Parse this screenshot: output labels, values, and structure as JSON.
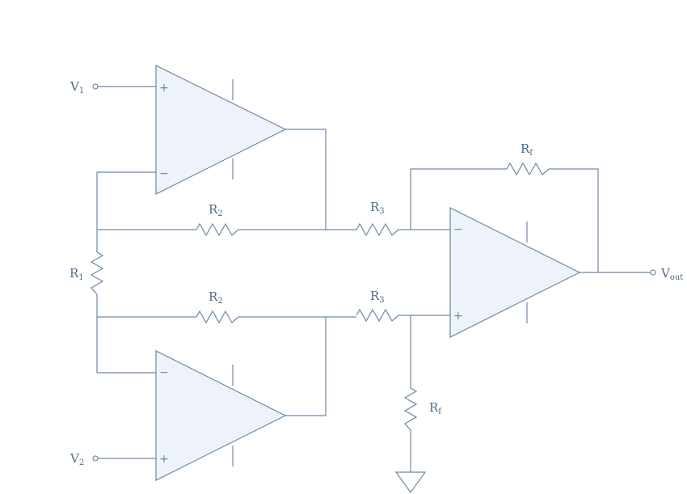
{
  "diagram": {
    "labels": {
      "v1": {
        "base": "V",
        "sub": "1"
      },
      "v2": {
        "base": "V",
        "sub": "2"
      },
      "vout": {
        "base": "V",
        "sub": "out"
      },
      "r1": {
        "base": "R",
        "sub": "1"
      },
      "r2_top": {
        "base": "R",
        "sub": "2"
      },
      "r2_bottom": {
        "base": "R",
        "sub": "2"
      },
      "r3_top": {
        "base": "R",
        "sub": "3"
      },
      "r3_bottom": {
        "base": "R",
        "sub": "3"
      },
      "rf_top": {
        "base": "R",
        "sub": "f"
      },
      "rf_bottom": {
        "base": "R",
        "sub": "f"
      }
    },
    "signs": {
      "plus": "+",
      "minus": "−"
    },
    "colors": {
      "wire": "#6d87a8",
      "amp_fill": "#eef3fa",
      "text": "#4f6a8c"
    }
  }
}
